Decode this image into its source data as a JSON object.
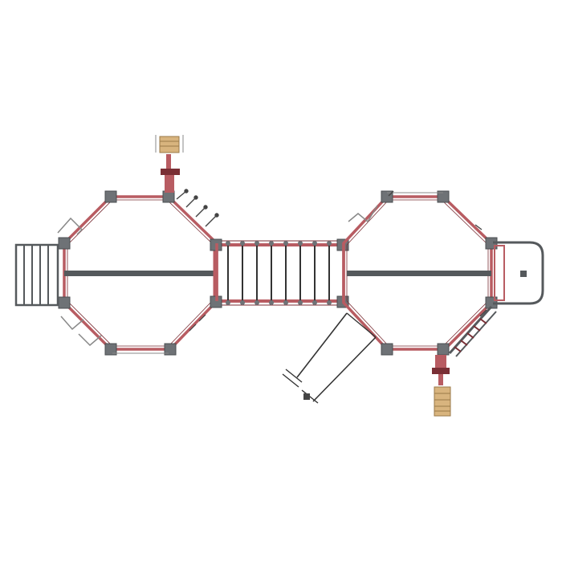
{
  "colors": {
    "background": "#ffffff",
    "frame": "#b85c62",
    "frame_dark": "#7a2f35",
    "post": "#6e7276",
    "post_dark": "#4a4d50",
    "beam": "#55595c",
    "wood": "#d8b47e",
    "wood_dark": "#9a7a48",
    "rope": "#7a2f35"
  },
  "icons": [
    "octagon-deck-left",
    "octagon-deck-right",
    "rope-bridge",
    "climbing-ladder",
    "slide",
    "wooden-climbing-wall-top",
    "wooden-climbing-wall-bottom",
    "handrail-loop"
  ]
}
